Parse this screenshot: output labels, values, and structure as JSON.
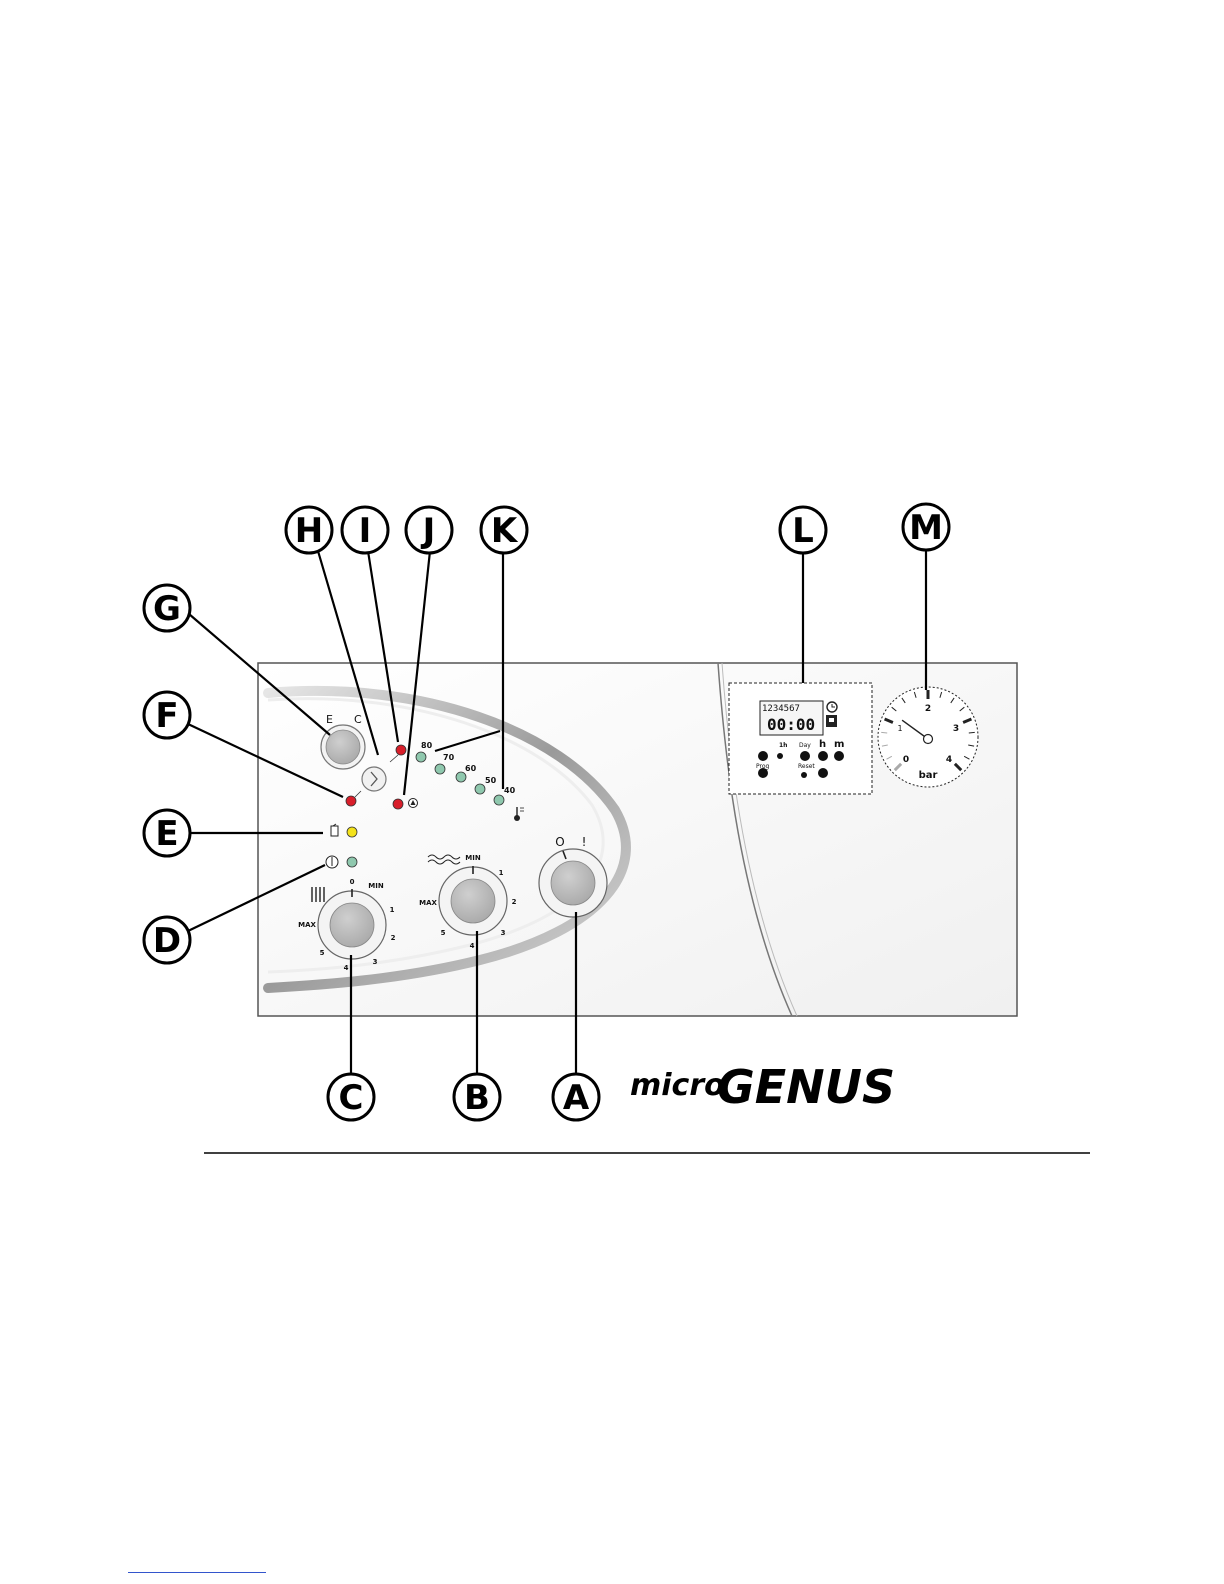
{
  "callouts": {
    "A": "A",
    "B": "B",
    "C": "C",
    "D": "D",
    "E": "E",
    "F": "F",
    "G": "G",
    "H": "H",
    "I": "I",
    "J": "J",
    "K": "K",
    "L": "L",
    "M": "M"
  },
  "selector_g": {
    "left": "E",
    "right": "C"
  },
  "heating_knob": {
    "zero": "0",
    "min": "MIN",
    "t1": "1",
    "t2": "2",
    "t3": "3",
    "t4": "4",
    "t5": "5",
    "max": "MAX"
  },
  "dhw_knob": {
    "min": "MIN",
    "t1": "1",
    "t2": "2",
    "t3": "3",
    "t4": "4",
    "t5": "5",
    "max": "MAX"
  },
  "mode_knob": {
    "left": "O",
    "right": "!"
  },
  "temperature_leds": [
    "80",
    "70",
    "60",
    "50",
    "40"
  ],
  "timer": {
    "days": "1234567",
    "time": "00:00",
    "btn_1h": "1h",
    "btn_day": "Day",
    "btn_h": "h",
    "btn_m": "m",
    "btn_prog": "Prog",
    "btn_reset": "Reset"
  },
  "gauge": {
    "unit": "bar",
    "ticks": [
      "0",
      "1",
      "2",
      "3",
      "4"
    ],
    "value": 1.2
  },
  "logo": {
    "prefix": "micro",
    "name": "GENUS"
  },
  "colors": {
    "led_red": "#d81e2a",
    "led_yellow": "#f4e21a",
    "led_green": "#8fc8ae",
    "knob": "#b9b9b9",
    "panel_border": "#555555"
  }
}
